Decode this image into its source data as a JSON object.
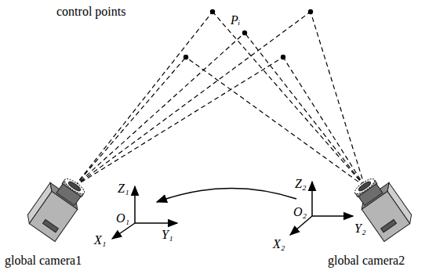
{
  "diagram": {
    "labels": [
      "control points",
      "Pᵢ",
      "Z₁",
      "O₁",
      "X₁",
      "Y₁",
      "Z₂",
      "O₂",
      "Y₂",
      "X₂",
      "global camera1",
      "global camera2"
    ]
  }
}
